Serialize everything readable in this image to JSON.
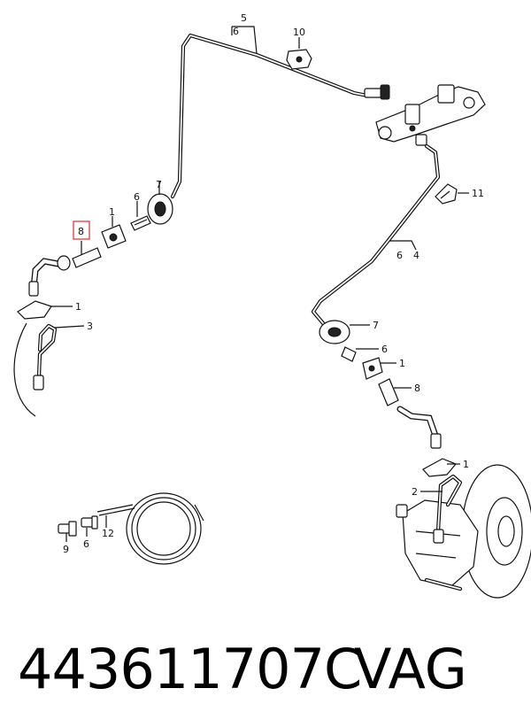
{
  "callouts": {
    "c1a": "1",
    "c1b": "1",
    "c1c": "1",
    "c1d": "1",
    "c2": "2",
    "c3": "3",
    "c4": "4",
    "c5": "5",
    "c6a": "6",
    "c6b": "6",
    "c6c": "6",
    "c6d": "6",
    "c6e": "6",
    "c7a": "7",
    "c7b": "7",
    "c8a": "8",
    "c8b": "8",
    "c9": "9",
    "c10": "10",
    "c11": "11",
    "c12": "12"
  },
  "highlight_color": "#e03b3b",
  "footer": {
    "part_number": "443611707C",
    "brand": "VAG"
  }
}
